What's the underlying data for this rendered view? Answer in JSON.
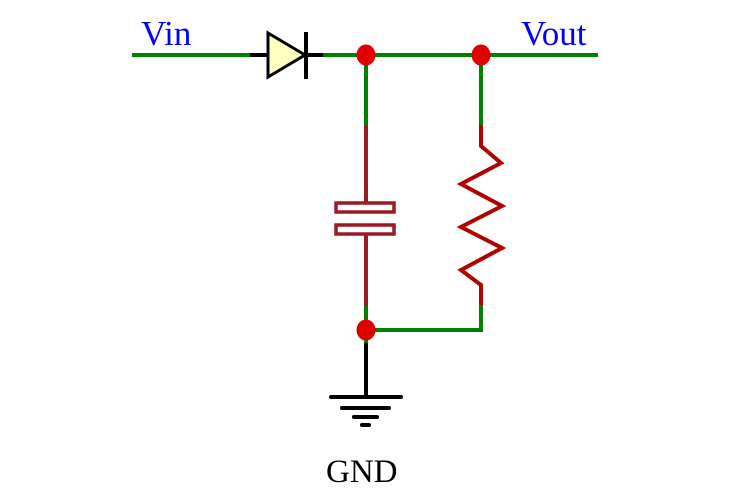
{
  "labels": {
    "vin": "Vin",
    "vout": "Vout",
    "gnd": "GND"
  },
  "colors": {
    "wire": "#008000",
    "component": "#9b1b24",
    "lead": "#000000",
    "node": "#e00000",
    "diode_fill": "#ffffc0",
    "label_net": "#0000ff",
    "label_gnd": "#000000"
  },
  "components": [
    "diode",
    "capacitor",
    "resistor",
    "ground"
  ]
}
